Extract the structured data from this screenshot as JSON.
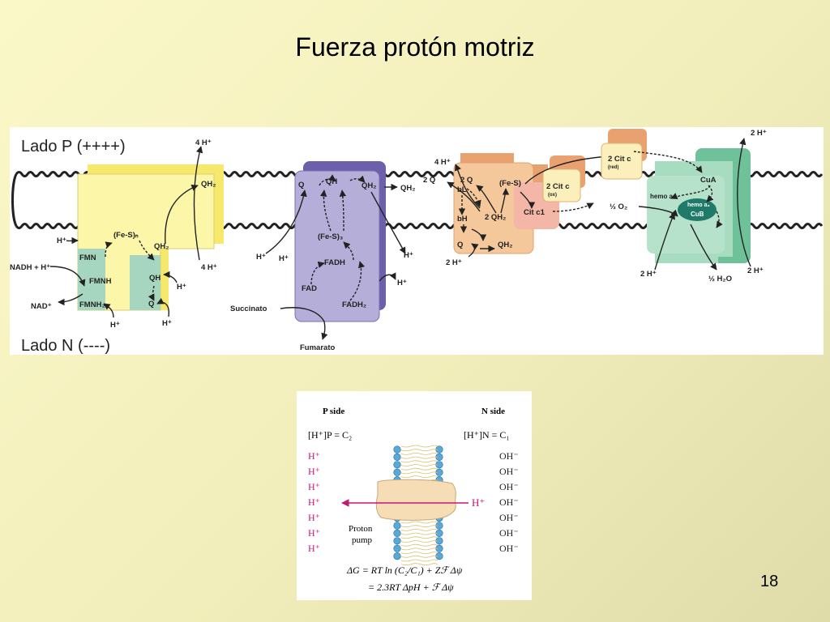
{
  "slide": {
    "title": "Fuerza protón motriz",
    "page_number": "18"
  },
  "etc": {
    "side_p": "Lado P (++++)",
    "side_n": "Lado N (----)",
    "c1": {
      "h4_top": "4 H⁺",
      "qh2_top": "QH₂",
      "fes": "(Fe-S)ₙ",
      "qh2_mid": "QH₂",
      "fmn": "FMN",
      "fmnh": "FMNH",
      "fmnh2": "FMNH₂",
      "qh": "QH",
      "q": "Q",
      "h_left": "H⁺",
      "nadh": "NADH + H⁺",
      "nad": "NAD⁺",
      "h_bot1": "H⁺",
      "h_bot2": "H⁺",
      "h_right": "H⁺",
      "h4_right": "4 H⁺"
    },
    "c2": {
      "q": "Q",
      "qh": "QH",
      "qh2_in": "QH₂",
      "qh2_out": "QH₂",
      "fes3": "(Fe-S)₃",
      "fadh": "FADH",
      "fad": "FAD",
      "fadh2": "FADH₂",
      "h1": "H⁺",
      "h2": "H⁺",
      "h3": "H⁺",
      "h4": "H⁺",
      "succinato": "Succinato",
      "fumarato": "Fumarato"
    },
    "c3": {
      "h4": "4 H⁺",
      "q2a": "2 Q",
      "q2b": "2 Q",
      "bl": "bL",
      "bh": "bH",
      "qh2_2": "2 QH₂",
      "fes": "(Fe-S)",
      "citc_ox": "2 Cit c",
      "ox": "(ox)",
      "citc1": "Cit c1",
      "q": "Q",
      "qh2": "QH₂",
      "h2": "2 H⁺"
    },
    "c4": {
      "citc_red": "2 Cit c",
      "red": "(red)",
      "h2_top": "2 H⁺",
      "cua": "CuA",
      "hemo_a": "hemo a",
      "hemo_a3": "hemo a₃",
      "cub": "CuB",
      "o2": "½ O₂",
      "h2_bot": "2 H⁺",
      "h2o": "½ H₂O",
      "h2_right": "2 H⁺"
    }
  },
  "proton_pump": {
    "p_side": "P side",
    "n_side": "N side",
    "p_conc": "[H⁺]P = C₂",
    "n_conc": "[H⁺]N = C₁",
    "h_plus": "H⁺",
    "oh_minus": "OH⁻",
    "pump_label_1": "Proton",
    "pump_label_2": "pump",
    "arrow_label": "H⁺",
    "eq1": "ΔG = RT ln (C₂/C₁) + Zℱ Δψ",
    "eq2": "= 2.3RT ΔpH + ℱ Δψ"
  },
  "colors": {
    "complex_I": "#fbf6a8",
    "complex_I_green": "#a6d6bf",
    "complex_II": "#b5aed8",
    "complex_III": "#f5c89c",
    "cyt_c": "#fbf0bb",
    "complex_IV": "#a8dcc0",
    "h_plus_text": "#c8157a",
    "lipid_head": "#5aa8d8",
    "pump_protein": "#f6ddb6"
  }
}
